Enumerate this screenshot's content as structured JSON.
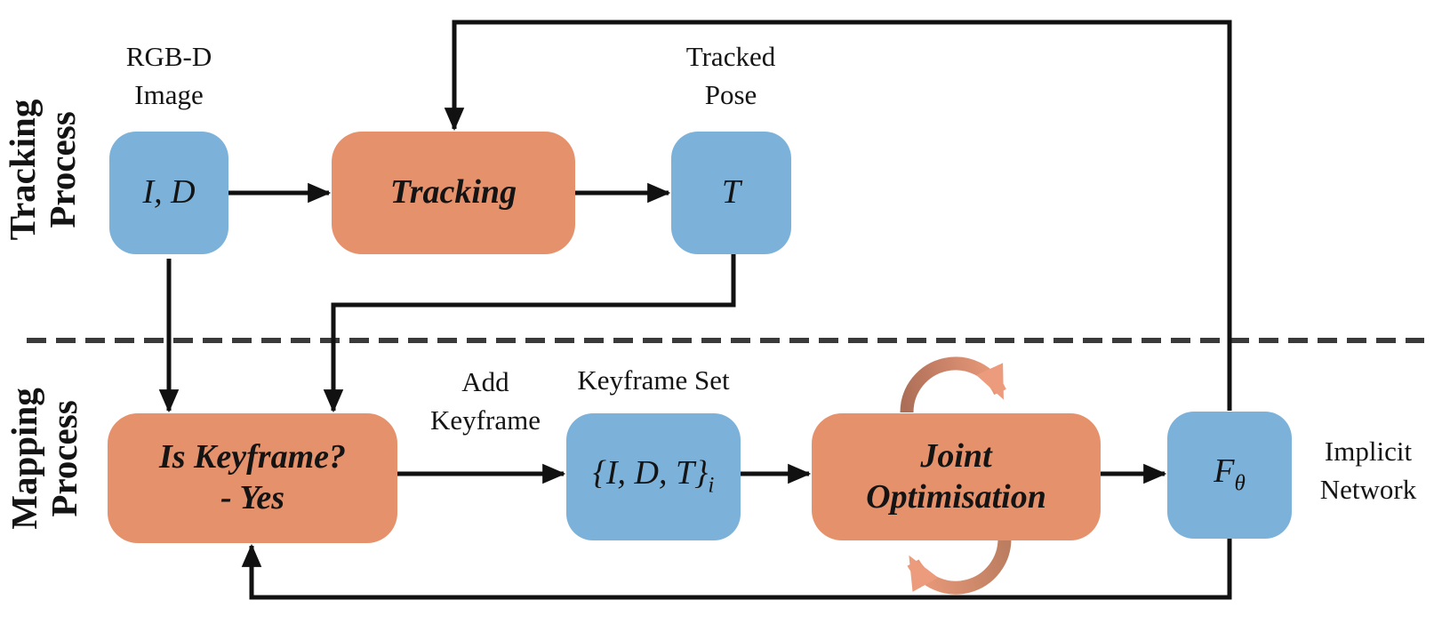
{
  "sections": {
    "tracking_process": {
      "line1": "Tracking",
      "line2": "Process"
    },
    "mapping_process": {
      "line1": "Mapping",
      "line2": "Process"
    }
  },
  "nodes": {
    "rgbd": {
      "caption_line1": "RGB-D",
      "caption_line2": "Image",
      "value": "I, D"
    },
    "tracking": {
      "label": "Tracking"
    },
    "tracked_pose": {
      "caption_line1": "Tracked",
      "caption_line2": "Pose",
      "value": "T"
    },
    "is_keyframe": {
      "label_line1": "Is Keyframe?",
      "label_line2": "- Yes"
    },
    "keyframe_set": {
      "caption": "Keyframe Set",
      "value_main": "{I, D, T}",
      "value_sub": "i"
    },
    "joint_optimisation": {
      "label_line1": "Joint",
      "label_line2": "Optimisation"
    },
    "implicit_network": {
      "value_main": "F",
      "value_sub": "θ",
      "caption_line1": "Implicit",
      "caption_line2": "Network"
    }
  },
  "edges": {
    "add_keyframe": {
      "label_line1": "Add",
      "label_line2": "Keyframe"
    }
  },
  "colors": {
    "node_blue": "#7cb2d9",
    "node_orange": "#e5926c",
    "loop_arrow_dark": "#ad6e57",
    "loop_arrow_light": "#ec9c7c",
    "line_black": "#111111",
    "divider_gray": "#3a3a3a",
    "text_black": "#141414"
  }
}
